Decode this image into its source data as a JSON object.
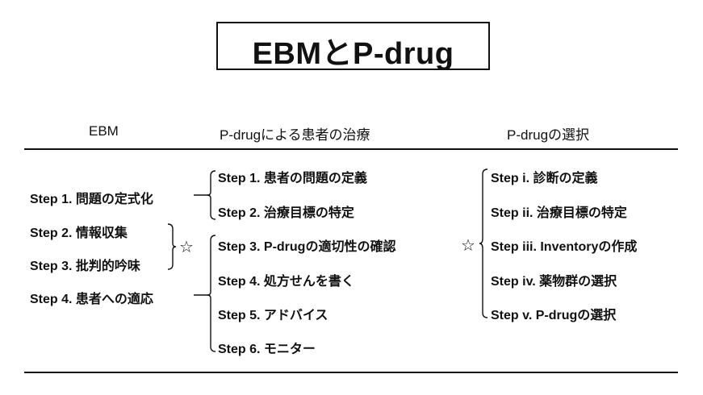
{
  "title": "EBMとP-drug",
  "columns": {
    "ebm": {
      "header": "EBM",
      "steps": [
        "Step 1. 問題の定式化",
        "Step 2. 情報収集",
        "Step 3. 批判的吟味",
        "Step 4. 患者への適応"
      ]
    },
    "treatment": {
      "header": "P-drugによる患者の治療",
      "steps": [
        "Step 1. 患者の問題の定義",
        "Step 2. 治療目標の特定",
        "Step 3. P-drugの適切性の確認",
        "Step 4. 処方せんを書く",
        "Step 5. アドバイス",
        "Step 6. モニター"
      ]
    },
    "selection": {
      "header": "P-drugの選択",
      "steps": [
        "Step i.  診断の定義",
        "Step ii.  治療目標の特定",
        "Step iii. Inventoryの作成",
        "Step iv. 薬物群の選択",
        "Step v.  P-drugの選択"
      ]
    }
  },
  "markers": {
    "star": "☆"
  }
}
